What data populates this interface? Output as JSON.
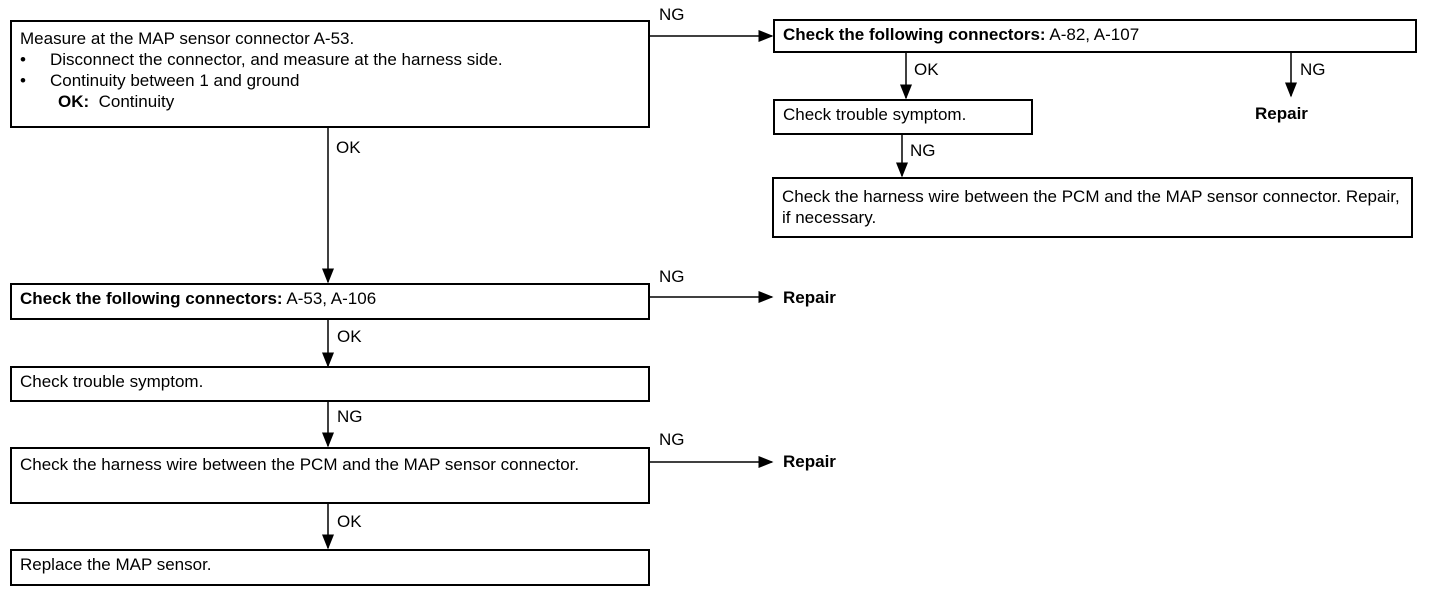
{
  "box_measure": {
    "line1": "Measure at the MAP sensor connector A-53.",
    "bullet": "•",
    "line2": "Disconnect the connector, and measure at the harness side.",
    "line3": "Continuity between 1 and ground",
    "ok_label": "OK:",
    "ok_value": "Continuity"
  },
  "box_check_connectors_top": {
    "bold": "Check the following connectors:",
    "rest": " A-82, A-107"
  },
  "box_trouble_top": {
    "text": "Check trouble symptom."
  },
  "box_harness_top": {
    "text": "Check the harness wire between the PCM and the MAP sensor connector. Repair, if necessary."
  },
  "box_check_connectors_mid": {
    "bold": "Check the following connectors:",
    "rest": " A-53, A-106"
  },
  "box_trouble_mid": {
    "text": "Check trouble symptom."
  },
  "box_harness_mid": {
    "text": "Check the harness wire between the PCM and the MAP sensor connector."
  },
  "box_replace": {
    "text": "Replace the MAP sensor."
  },
  "labels": {
    "ng_top": "NG",
    "ok_top_right": "OK",
    "ng_top_right": "NG",
    "repair_top_right": "Repair",
    "ng_trouble_top": "NG",
    "ok_measure": "OK",
    "ng_mid": "NG",
    "repair_mid": "Repair",
    "ok_mid": "OK",
    "ng_trouble_mid": "NG",
    "ng_harness": "NG",
    "repair_harness": "Repair",
    "ok_harness": "OK"
  }
}
